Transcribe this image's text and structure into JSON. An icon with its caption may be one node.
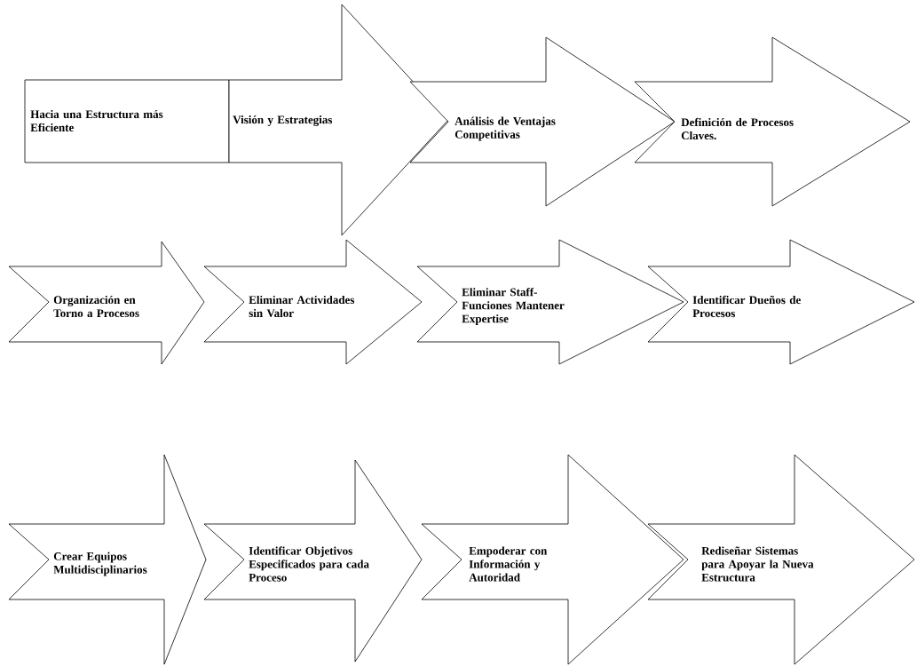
{
  "diagram": {
    "nodes": [
      {
        "text": [
          "Hacia una Estructura más Eficiente"
        ]
      },
      {
        "text": [
          "Visión y Estrategias"
        ]
      },
      {
        "text": [
          "Análisis de Ventajas Competitivas"
        ]
      },
      {
        "text": [
          "Definición de Procesos Claves."
        ]
      },
      {
        "text": [
          "Organización en Torno a Procesos"
        ]
      },
      {
        "text": [
          "Eliminar Actividades sin Valor"
        ]
      },
      {
        "text": [
          "Eliminar Staff- Funciones Mantener Expertise"
        ]
      },
      {
        "text": [
          "Identificar Dueños de Procesos"
        ]
      },
      {
        "text": [
          "Crear Equipos Multidisciplinarios"
        ]
      },
      {
        "text": [
          "Identificar Objetivos Especificados para cada Proceso"
        ]
      },
      {
        "text": [
          "Empoderar con Información y Autoridad"
        ]
      },
      {
        "text": [
          "Rediseñar Sistemas para Apoyar la Nueva Estructura"
        ]
      }
    ]
  }
}
